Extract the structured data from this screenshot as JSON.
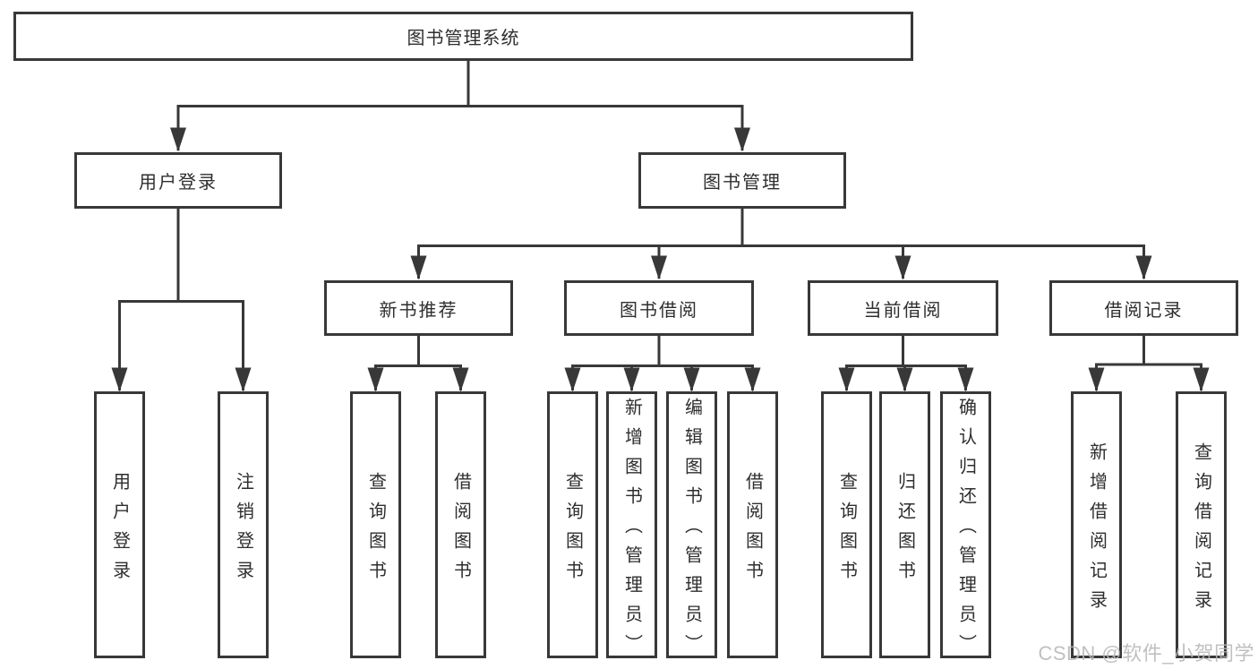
{
  "diagram": {
    "root": {
      "label": "图书管理系统"
    },
    "branches": [
      {
        "label": "用户登录",
        "leaves": [
          "用户登录",
          "注销登录"
        ]
      },
      {
        "label": "图书管理",
        "children": [
          {
            "label": "新书推荐",
            "leaves": [
              "查询图书",
              "借阅图书"
            ]
          },
          {
            "label": "图书借阅",
            "leaves": [
              "查询图书",
              "新增图书（管理员）",
              "编辑图书（管理员）",
              "借阅图书"
            ]
          },
          {
            "label": "当前借阅",
            "leaves": [
              "查询图书",
              "归还图书",
              "确认归还（管理员）"
            ]
          },
          {
            "label": "借阅记录",
            "leaves": [
              "新增借阅记录",
              "查询借阅记录"
            ]
          }
        ]
      }
    ]
  },
  "watermark": {
    "text": "CSDN @软件_小贺同学"
  },
  "colors": {
    "line": "#383838",
    "text": "#2e2e2e",
    "background": "#ffffff",
    "watermark": "#b8b8b8"
  }
}
